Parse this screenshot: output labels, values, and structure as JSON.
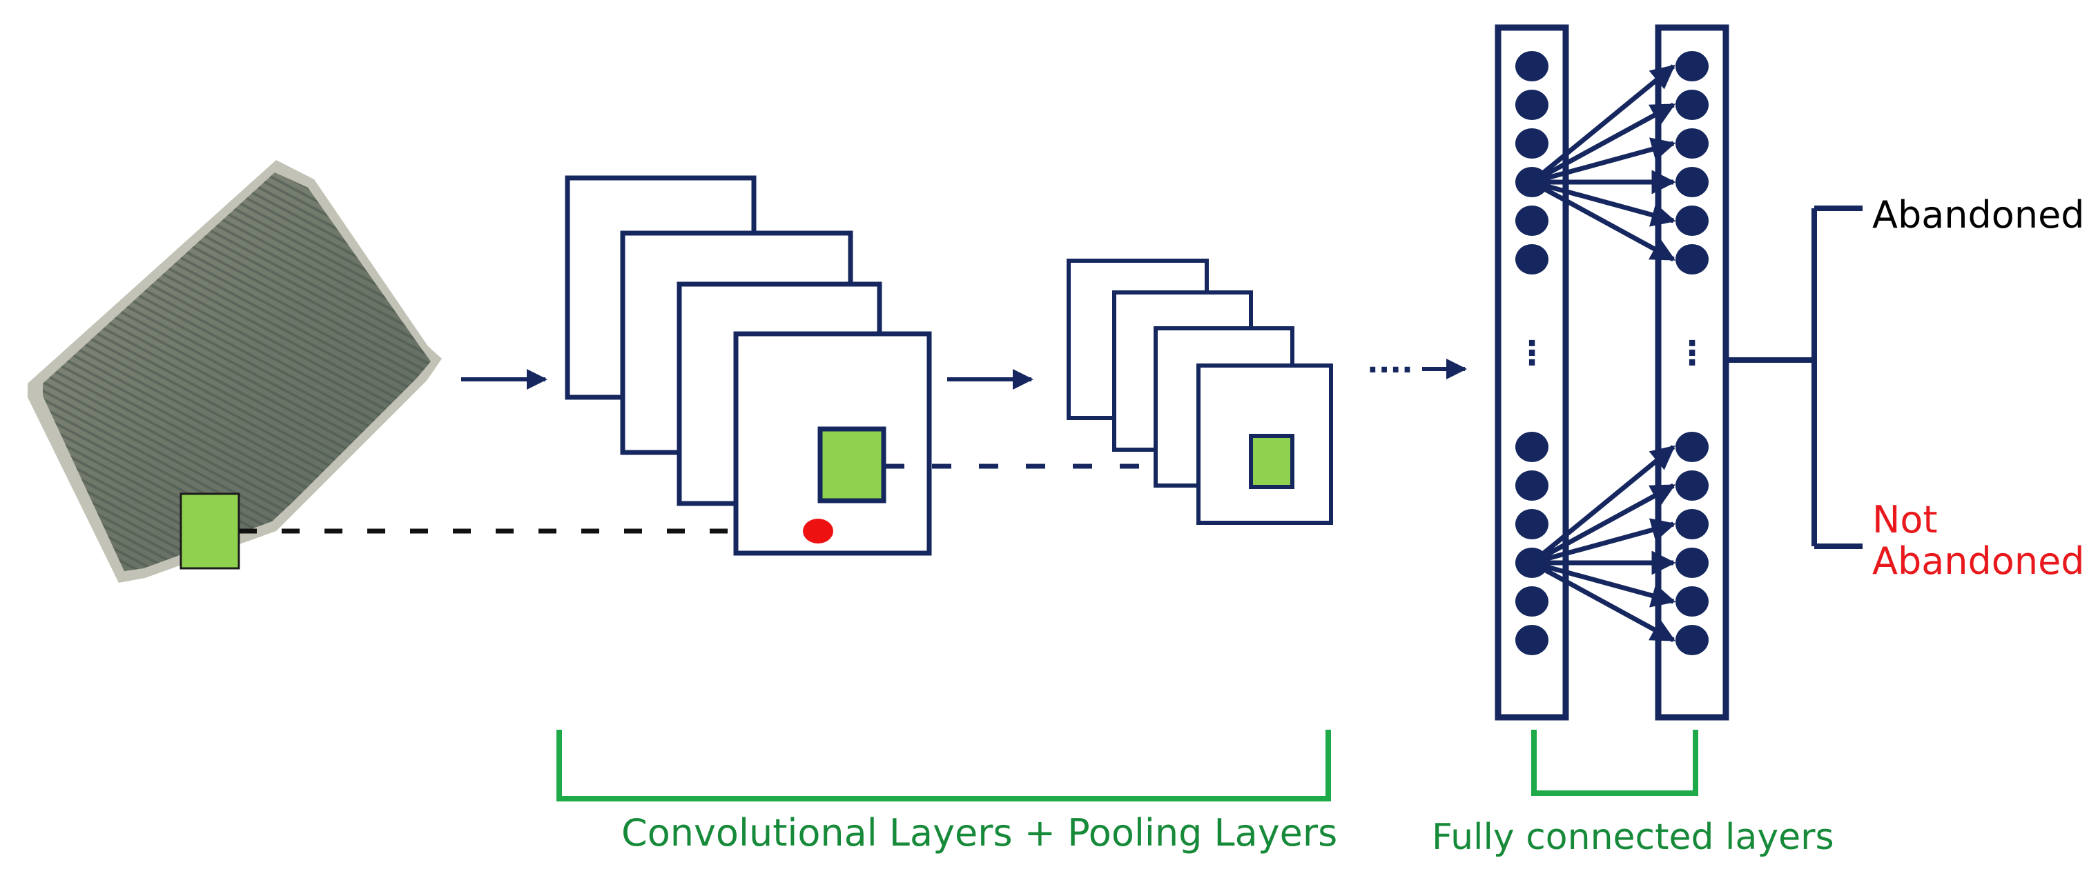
{
  "labels": {
    "conv_pool": "Convolutional Layers + Pooling Layers",
    "fully_connected": "Fully connected layers",
    "continuation": "....",
    "vertical_ellipsis": "⋮"
  },
  "outputs": [
    {
      "lines": [
        "Abandoned"
      ],
      "color": "#000000"
    },
    {
      "lines": [
        "Not",
        "Abandoned"
      ],
      "color": "#e8181c"
    }
  ],
  "colors": {
    "network": "#15275e",
    "bracket": "#1faa4a",
    "bracket_label": "#178a3a",
    "filter_patch": "#8fd24f",
    "activation": "#ee1111",
    "field_light": "#8b8f80",
    "field_dark": "#5f6a61",
    "field_rows": "#4a564f",
    "field_border": "#c2c3b6"
  },
  "structure": {
    "conv_feature_maps": 4,
    "pooled_feature_maps": 4,
    "fc_layers": 2,
    "nodes_per_group": 6
  }
}
